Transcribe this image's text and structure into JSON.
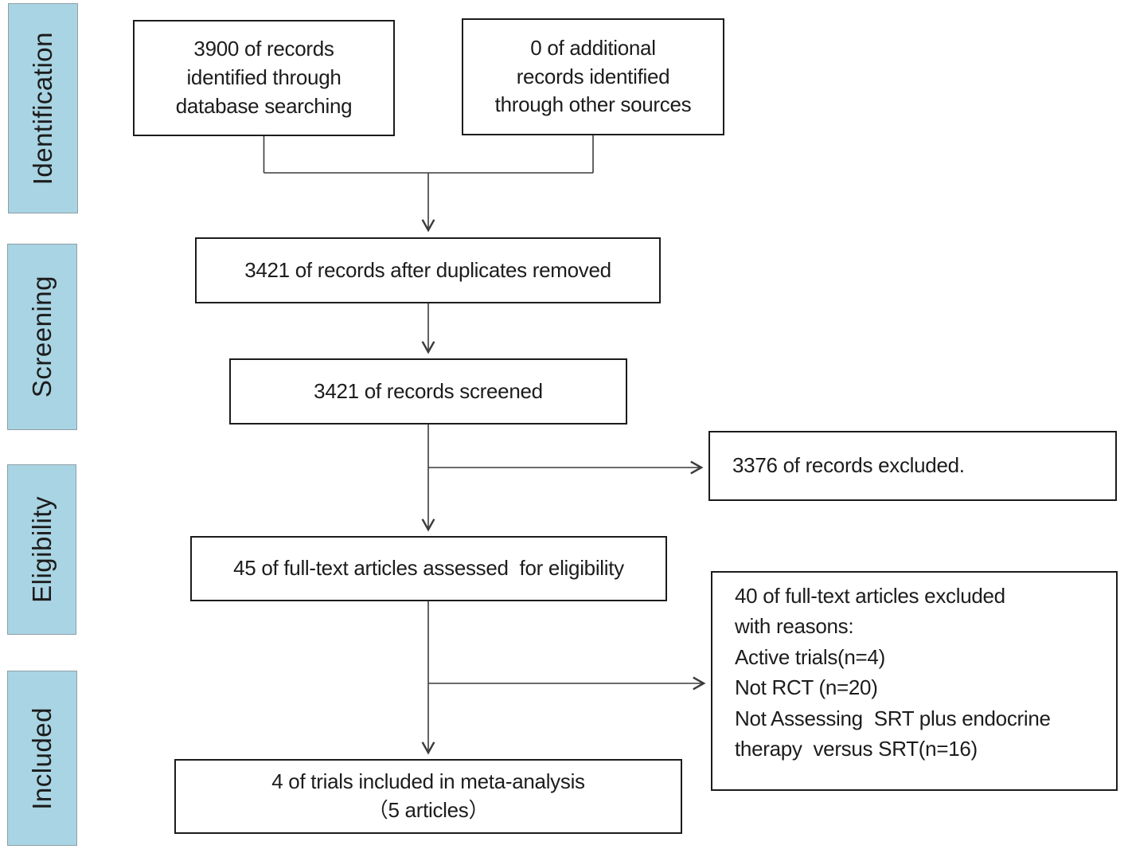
{
  "diagram": {
    "stages": {
      "identification": "Identification",
      "screening": "Screening",
      "eligibility": "Eligibility",
      "included": "Included"
    },
    "boxes": {
      "identified_database": "3900 of records\nidentified through\ndatabase searching",
      "identified_other": "0 of additional\nrecords identified\nthrough other sources",
      "after_duplicates": "3421 of records after duplicates removed",
      "screened": "3421 of records screened",
      "records_excluded": "3376 of records excluded.",
      "fulltext_assessed": "45 of full-text articles assessed  for eligibility",
      "fulltext_excluded_reasons": "40 of full-text articles excluded\nwith reasons:\nActive trials(n=4)\nNot RCT (n=20)\nNot Assessing  SRT plus endocrine\ntherapy  versus SRT(n=16)",
      "included_meta_analysis": "4 of trials included in meta-analysis\n（5 articles）"
    },
    "colors": {
      "stage_fill": "#a9d4e3",
      "stage_border": "#8f9fa6",
      "box_border": "#1c1c1c",
      "line": "#3c3c3c",
      "text": "#1c1c1c"
    }
  }
}
